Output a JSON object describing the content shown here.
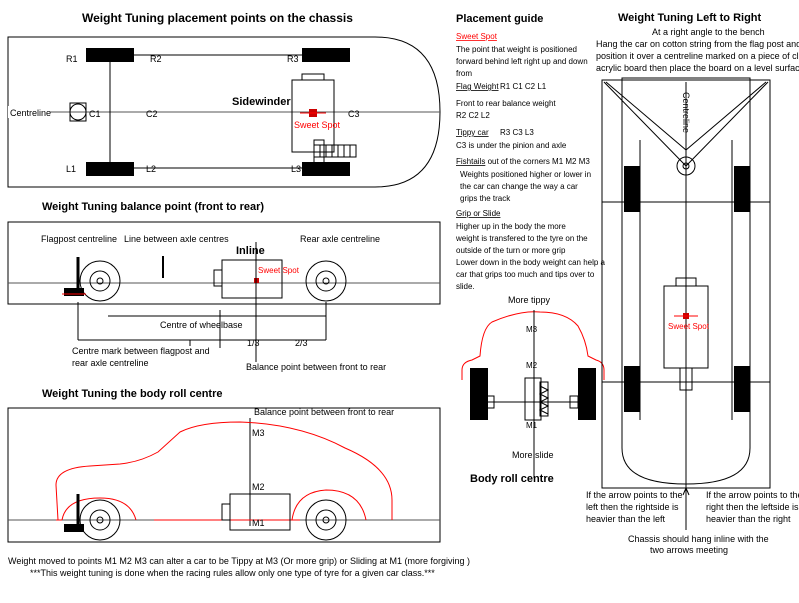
{
  "top_title": "Weight Tuning  placement points on the chassis",
  "chassis": {
    "points": {
      "R1": "R1",
      "R2": "R2",
      "R3": "R3",
      "L1": "L1",
      "L2": "L2",
      "L3": "L3",
      "C1": "C1",
      "C2": "C2",
      "C3": "C3"
    },
    "centreline": "Centreline",
    "sidewinder": "Sidewinder",
    "sweet_spot": "Sweet Spot"
  },
  "balance": {
    "title": "Weight Tuning balance point   (front to rear)",
    "flagpost": "Flagpost centreline",
    "between_axles": "Line between axle centres",
    "inline": "Inline",
    "rear_axle": "Rear axle centreline",
    "sweet_spot": "Sweet Spot",
    "wheelbase": "Centre of wheelbase",
    "third1": "1/3",
    "third2": "2/3",
    "centre_mark_1": "Centre mark between flagpost and",
    "centre_mark_2": "rear axle centreline",
    "balance_point": "Balance point between front to rear"
  },
  "roll": {
    "title": "Weight Tuning the body roll centre",
    "balance_point": "Balance point between front to rear",
    "m1": "M1",
    "m2": "M2",
    "m3": "M3"
  },
  "bottom": {
    "line1": "Weight moved to points M1  M2  M3 can alter a car to be Tippy at M3  (Or more grip)  or  Sliding at M1 (more forgiving )",
    "line2": "***This weight tuning is done when the racing rules allow only one type of tyre for a given car class.***"
  },
  "guide": {
    "title": "Placement guide",
    "sweet_spot_head": "Sweet Spot",
    "sweet_spot_text": [
      "The point that weight is positioned",
      "forward behind left right up and down",
      "from"
    ],
    "flag_weight_head": "Flag Weight",
    "flag_weight_pts": "R1  C1  C2  L1",
    "front_rear": "Front to rear balance weight",
    "front_rear_pts": "R2  C2  L2",
    "tippy_head": "Tippy car",
    "tippy_pts": "R3  C3  L3",
    "c3_note": "C3 is under the pinion and axle",
    "fishtails_head": "Fishtails",
    "fishtails_rest": " out of the corners  M1  M2  M3",
    "fishtails_text": [
      "Weights positioned higher or lower in",
      "the car can change the way a car",
      "grips the track"
    ],
    "grip_head": "Grip or Slide",
    "grip_text": [
      " Higher up in the body the more",
      "weight is transfered to the tyre on the",
      "outside of the turn or more grip",
      "  Lower down in the body weight can help a",
      "car that grips too much and tips over to",
      "slide."
    ]
  },
  "front_view": {
    "more_tippy": "More tippy",
    "more_slide": "More slide",
    "title": "Body roll centre",
    "m1": "M1",
    "m2": "M2",
    "m3": "M3"
  },
  "lr": {
    "title": "Weight Tuning Left to Right",
    "right_angle": "At a right angle to the bench",
    "desc": [
      "Hang the car on cotton string from the flag post and",
      "position it over a centreline marked on a piece of clear",
      "acrylic board then place the board on a level surface"
    ],
    "centreline": "Centreline",
    "sweet_spot": "Sweet Spot",
    "left_note": [
      "If the arrow points to the",
      "left then the rightside is",
      "heavier than the left"
    ],
    "right_note": [
      "If the arrow points to the",
      "right then the leftside is",
      "heavier than the right"
    ],
    "hang_note": [
      "Chassis should hang inline with the",
      "two arrows meeting"
    ]
  }
}
